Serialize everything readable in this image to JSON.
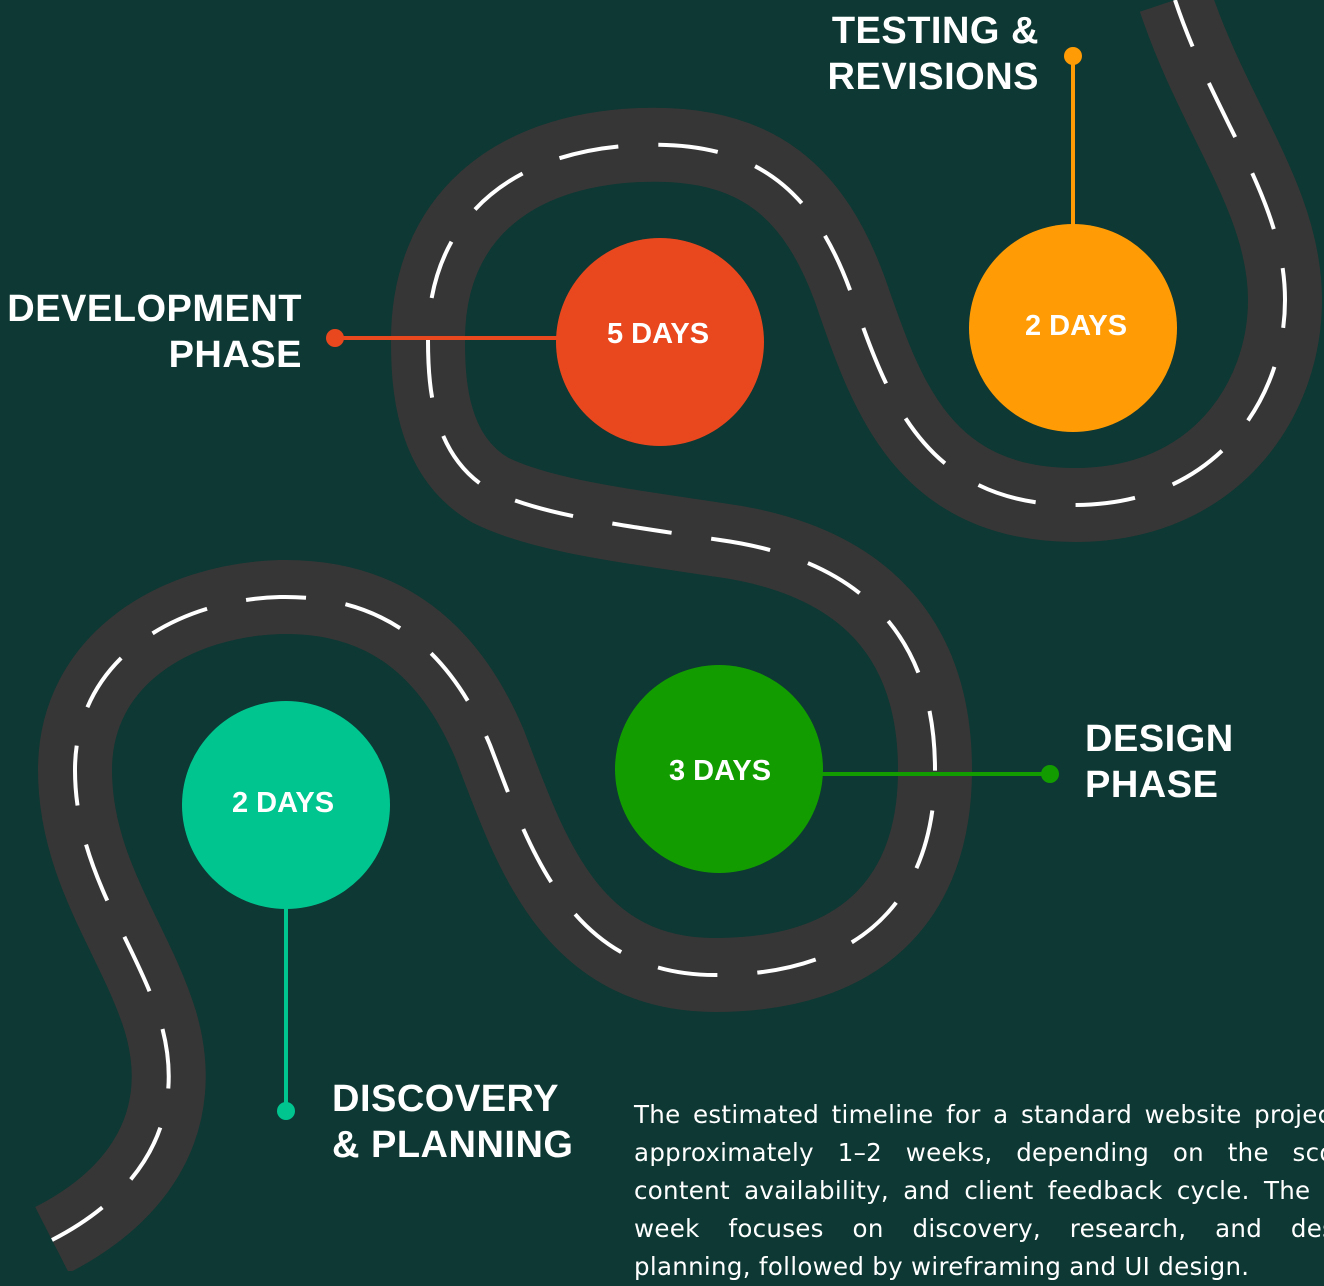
{
  "colors": {
    "background": "#0d3833",
    "road": "#363636",
    "lane_marking": "#ffffff",
    "discovery": "#00c58f",
    "design": "#139c00",
    "development": "#e9471e",
    "testing": "#ff9b05"
  },
  "phases": [
    {
      "id": "discovery",
      "title_lines": [
        "DISCOVERY",
        "& PLANNING"
      ],
      "duration": "2 DAYS"
    },
    {
      "id": "design",
      "title_lines": [
        "DESIGN",
        "PHASE"
      ],
      "duration": "3 DAYS"
    },
    {
      "id": "development",
      "title_lines": [
        "DEVELOPMENT",
        "PHASE"
      ],
      "duration": "5 DAYS"
    },
    {
      "id": "testing",
      "title_lines": [
        "TESTING &",
        "REVISIONS"
      ],
      "duration": "2 DAYS"
    }
  ],
  "description": "The estimated timeline for a standard website project is approximately 1–2 weeks, depending on the scope, content availability, and client feedback cycle. The first week focuses on discovery, research, and design planning, followed by wireframing and UI design."
}
